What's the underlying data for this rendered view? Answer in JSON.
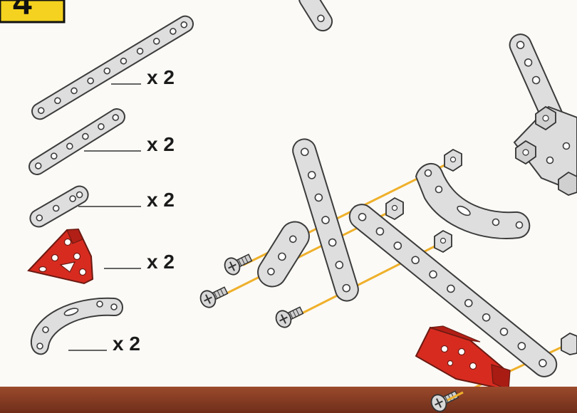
{
  "step": {
    "number": "4"
  },
  "parts_list": [
    {
      "part": "long-strip",
      "quantity": "x 2"
    },
    {
      "part": "medium-strip",
      "quantity": "x 2"
    },
    {
      "part": "short-strip",
      "quantity": "x 2"
    },
    {
      "part": "triangular-flat-plate",
      "quantity": "x 2"
    },
    {
      "part": "curved-strip",
      "quantity": "x 2"
    }
  ],
  "colors": {
    "page_background": "#fbfaf6",
    "step_badge": "#f4d21f",
    "footer_band": "#8a3d24",
    "metal_part": "#dedede",
    "metal_outline": "#3c3c3c",
    "red_part": "#d82b20",
    "assembly_line": "#efb02b"
  },
  "icons": [
    "hex-nut-icon",
    "screw-icon"
  ]
}
